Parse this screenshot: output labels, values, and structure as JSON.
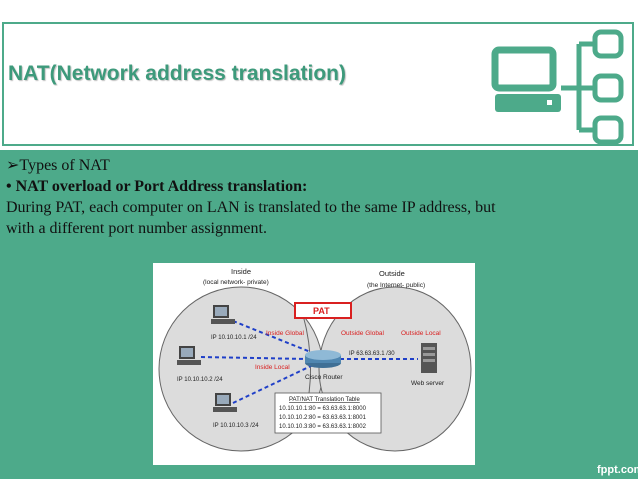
{
  "slide": {
    "title": "NAT(Network address translation)",
    "bullets": [
      "➢Types of NAT",
      "• NAT overload or Port Address translation:"
    ],
    "paragraph_line1": "During PAT, each computer on LAN is translated to the same IP address, but",
    "paragraph_line2": "with a different port number assignment.",
    "footer": "fppt.com",
    "logo_icon": "network-computer-icon"
  },
  "diagram": {
    "inside_title": "Inside",
    "inside_sub": "(local network- private)",
    "outside_title": "Outside",
    "outside_sub": "(the Internet- public)",
    "pat_label": "PAT",
    "inside_global": "Inside Global",
    "outside_global": "Outside Global",
    "outside_local": "Outside Local",
    "inside_local": "Inside Local",
    "ip1": "IP 10.10.10.1 /24",
    "ip2": "IP 10.10.10.2 /24",
    "ip3": "IP 10.10.10.3 /24",
    "server_ip": "IP 63.63.63.1 /30",
    "router_label": "Cisco Router",
    "server_label": "Web server",
    "table_title": "PAT/NAT Translation Table",
    "table_rows": [
      "10.10.10.1:80 = 63.63.63.1:8000",
      "10.10.10.2:80 = 63.63.63.1:8001",
      "10.10.10.3:80 = 63.63.63.1:8002"
    ],
    "colors": {
      "red_label": "#d92020",
      "link_blue": "#1f3fc8",
      "pat_border": "#d92020"
    }
  }
}
